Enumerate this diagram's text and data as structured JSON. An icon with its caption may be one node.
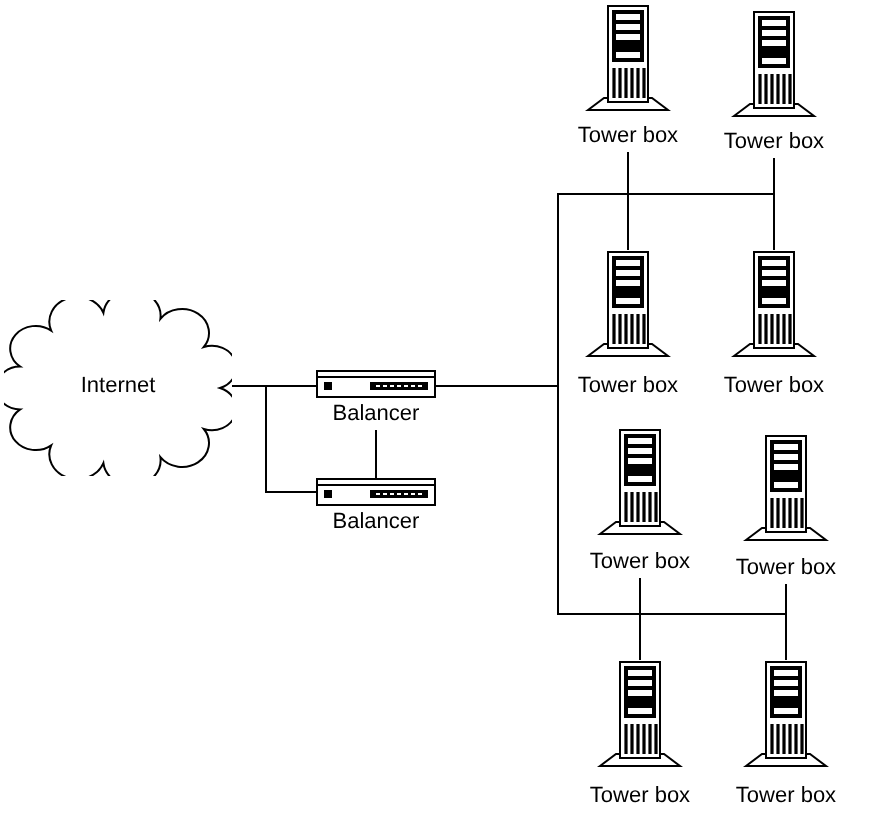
{
  "diagram": {
    "nodes": [
      {
        "text": [
          "Internet"
        ]
      },
      {
        "text": [
          "Balancer"
        ]
      },
      {
        "text": [
          "Balancer"
        ]
      },
      {
        "text": [
          "Tower box"
        ]
      },
      {
        "text": [
          "Tower box"
        ]
      },
      {
        "text": [
          "Tower box"
        ]
      },
      {
        "text": [
          "Tower box"
        ]
      },
      {
        "text": [
          "Tower box"
        ]
      },
      {
        "text": [
          "Tower box"
        ]
      },
      {
        "text": [
          "Tower box"
        ]
      },
      {
        "text": [
          "Tower box"
        ]
      }
    ],
    "edges": [
      {
        "from": 0,
        "to": 1,
        "arrow": "none"
      },
      {
        "from": 0,
        "to": 2,
        "arrow": "none"
      },
      {
        "from": 1,
        "to": 2,
        "arrow": "none"
      },
      {
        "from": 1,
        "to": 3,
        "arrow": "none"
      },
      {
        "from": 1,
        "to": 4,
        "arrow": "none"
      },
      {
        "from": 1,
        "to": 5,
        "arrow": "none"
      },
      {
        "from": 1,
        "to": 6,
        "arrow": "none"
      },
      {
        "from": 1,
        "to": 7,
        "arrow": "none"
      },
      {
        "from": 1,
        "to": 8,
        "arrow": "none"
      },
      {
        "from": 1,
        "to": 9,
        "arrow": "none"
      },
      {
        "from": 1,
        "to": 10,
        "arrow": "none"
      }
    ]
  }
}
